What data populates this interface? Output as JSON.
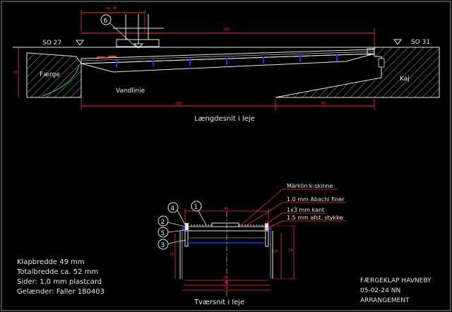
{
  "top": {
    "label_so27": "SO 27",
    "label_so31": "SO 31",
    "label_faerge": "Færge",
    "label_vandlinie": "Vandlinie",
    "label_kaj": "Kaj",
    "title": "Længdesnit i leje",
    "callout_6": "6",
    "dim_top_small": "ca. 38",
    "dim_span": "280",
    "dim_bottom_left": "280",
    "dim_bottom_right": "60",
    "dim_left_height": "30"
  },
  "cross": {
    "title": "Tværsnit i leje",
    "notes": [
      "Märklin k-skinne",
      "1.0 mm Abachi finer",
      "1x3 mm kant",
      "1.5 mm afst. stykke"
    ],
    "callouts": [
      "1",
      "2",
      "3",
      "4",
      "5"
    ],
    "dim_top": "46",
    "dim_bottom": [
      "46",
      "49",
      "52"
    ],
    "dim_left": "15",
    "dim_right_a": "0,5",
    "dim_right_b": "18"
  },
  "specs": [
    "Klapbredde 49 mm",
    "Totalbredde ca. 52 mm",
    "Sider: 1,0 mm plastcard",
    "Gelænder: Faller 180403"
  ],
  "title_block": [
    "FÆRGEKLAP HAVNEBY",
    "05-02-24   NN",
    "ARRANGEMENT"
  ],
  "colors": {
    "background": "#000000",
    "drawing": "#e8e8e8",
    "dimension": "#ff3030",
    "post": "#2030ff",
    "water": "#30c040",
    "frame": "#9a9a9a"
  }
}
